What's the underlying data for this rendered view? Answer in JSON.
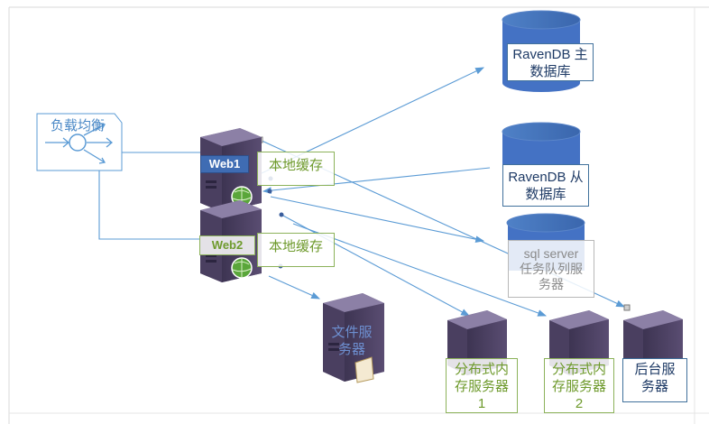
{
  "load_balancer": {
    "label": "负载均衡"
  },
  "web1": {
    "label": "Web1",
    "cache_label": "本地缓存"
  },
  "web2": {
    "label": "Web2",
    "cache_label": "本地缓存"
  },
  "ravendb_master": {
    "line1": "RavenDB 主",
    "line2": "数据库"
  },
  "ravendb_slave": {
    "line1": "RavenDB 从",
    "line2": "数据库"
  },
  "sql_queue": {
    "line1": "sql server",
    "line2": "任务队列服",
    "line3": "务器"
  },
  "file_server": {
    "line1": "文件服",
    "line2": "务器"
  },
  "cache_server1": {
    "line1": "分布式内",
    "line2": "存服务器",
    "line3": "1"
  },
  "cache_server2": {
    "line1": "分布式内",
    "line2": "存服务器",
    "line3": "2"
  },
  "backend_server": {
    "line1": "后台服",
    "line2": "务器"
  },
  "colors": {
    "connector": "#5b9bd5",
    "db_blue": "#4472c4",
    "server_purple": "#5a4d72",
    "green_text": "#6e9a2c"
  }
}
